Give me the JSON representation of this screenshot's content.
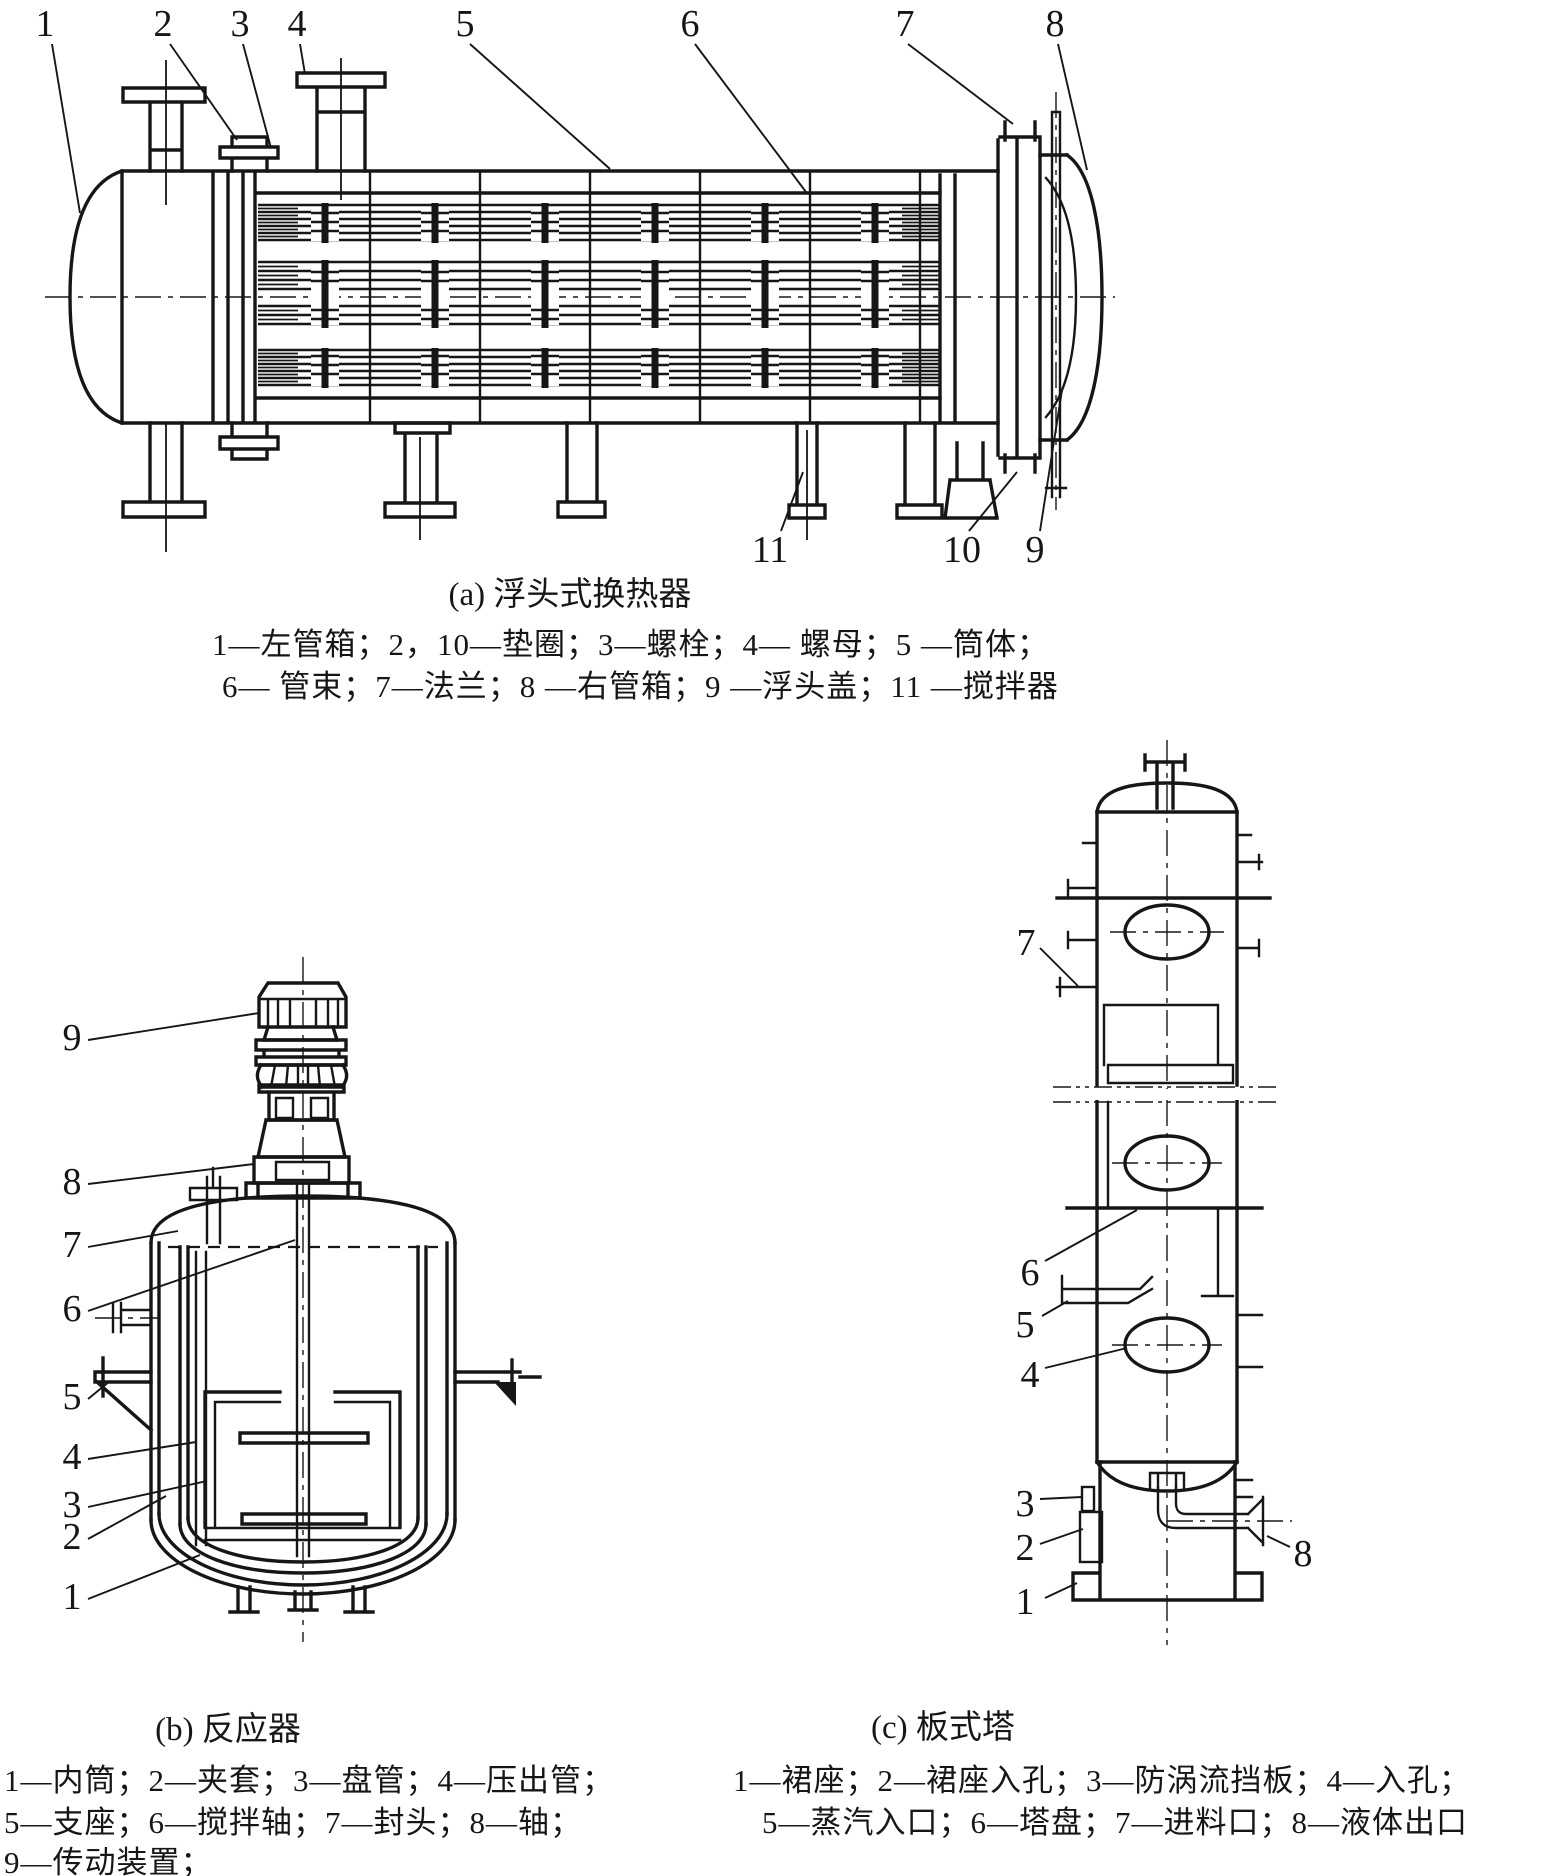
{
  "figure": {
    "type": "engineering-diagram",
    "colors": {
      "ink": "#161616",
      "background": "#ffffff"
    },
    "panels": [
      {
        "id": "a",
        "caption": "(a)  浮头式换热器",
        "legend": [
          "1—左管箱；2，10—垫圈；3—螺栓；4— 螺母；5 —筒体；",
          "6— 管束；7—法兰；8 —右管箱；9 —浮头盖；11 —搅拌器"
        ],
        "callouts": [
          "1",
          "2",
          "3",
          "4",
          "5",
          "6",
          "7",
          "8",
          "9",
          "10",
          "11"
        ]
      },
      {
        "id": "b",
        "caption": "(b)  反应器",
        "legend": [
          "1—内筒；2—夹套；3—盘管；4—压出管；",
          "5—支座；6—搅拌轴；7—封头；8—轴；",
          "9—传动装置；"
        ],
        "callouts": [
          "1",
          "2",
          "3",
          "4",
          "5",
          "6",
          "7",
          "8",
          "9"
        ]
      },
      {
        "id": "c",
        "caption": "(c)  板式塔",
        "legend": [
          "1—裙座；2—裙座入孔；3—防涡流挡板；4—入孔；",
          "5—蒸汽入口；6—塔盘；7—进料口；8—液体出口"
        ],
        "callouts": [
          "1",
          "2",
          "3",
          "4",
          "5",
          "6",
          "7",
          "8"
        ]
      }
    ]
  }
}
